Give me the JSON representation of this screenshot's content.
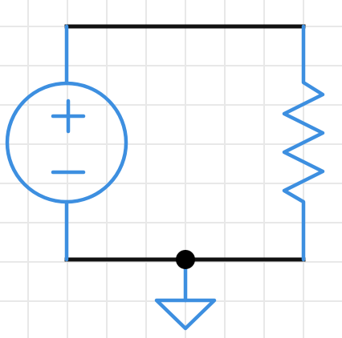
{
  "colors": {
    "background": "#ffffff",
    "grid": "#e8e8e8",
    "wire": "#111111",
    "component": "#3d8fe0",
    "junction": "#000000"
  },
  "components": [
    {
      "type": "voltage-source",
      "icon": "voltage-source-icon",
      "terminal_labels": [
        "+",
        "−"
      ]
    },
    {
      "type": "resistor",
      "icon": "resistor-icon"
    },
    {
      "type": "ground",
      "icon": "ground-icon"
    },
    {
      "type": "junction",
      "icon": "junction-dot-icon"
    }
  ]
}
